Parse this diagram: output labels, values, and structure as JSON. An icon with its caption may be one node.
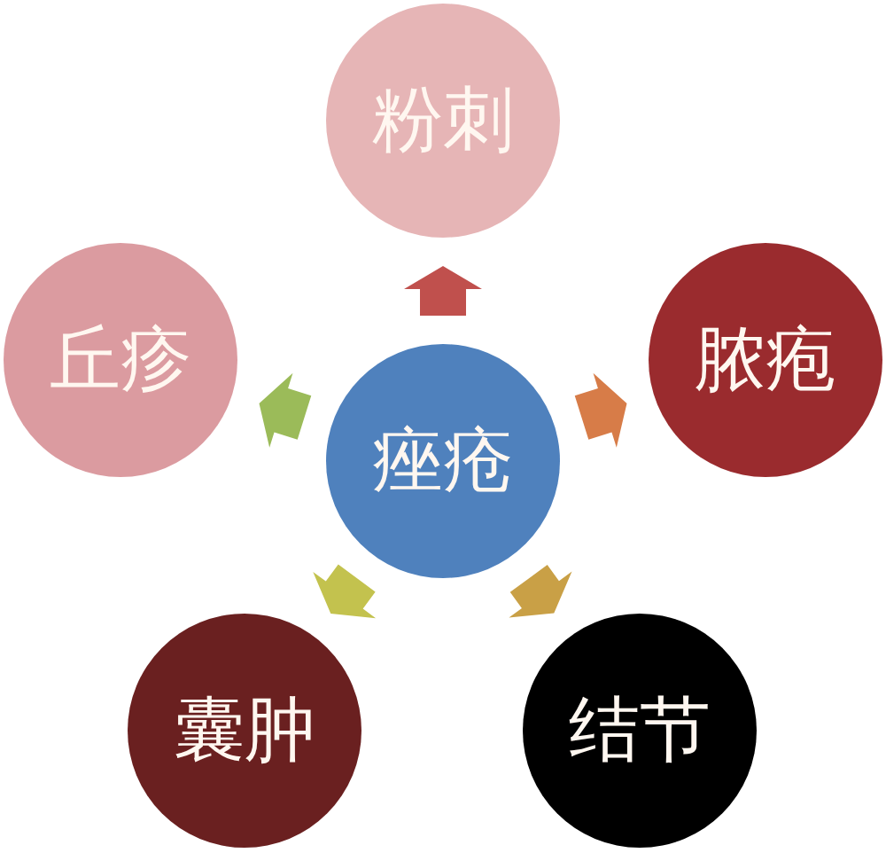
{
  "diagram": {
    "nodes": [
      {
        "text": [
          "痤疮"
        ]
      },
      {
        "text": [
          "粉刺"
        ]
      },
      {
        "text": [
          "脓疱"
        ]
      },
      {
        "text": [
          "结节"
        ]
      },
      {
        "text": [
          "囊肿"
        ]
      },
      {
        "text": [
          "丘疹"
        ]
      }
    ],
    "edges": [
      {
        "from": 0,
        "to": 1,
        "arrow": "to",
        "color": "#c0504d"
      },
      {
        "from": 0,
        "to": 2,
        "arrow": "to",
        "color": "#d77c48"
      },
      {
        "from": 0,
        "to": 3,
        "arrow": "to",
        "color": "#c9a046"
      },
      {
        "from": 0,
        "to": 4,
        "arrow": "to",
        "color": "#c3c24e"
      },
      {
        "from": 0,
        "to": 5,
        "arrow": "to",
        "color": "#9bbb59"
      }
    ]
  }
}
